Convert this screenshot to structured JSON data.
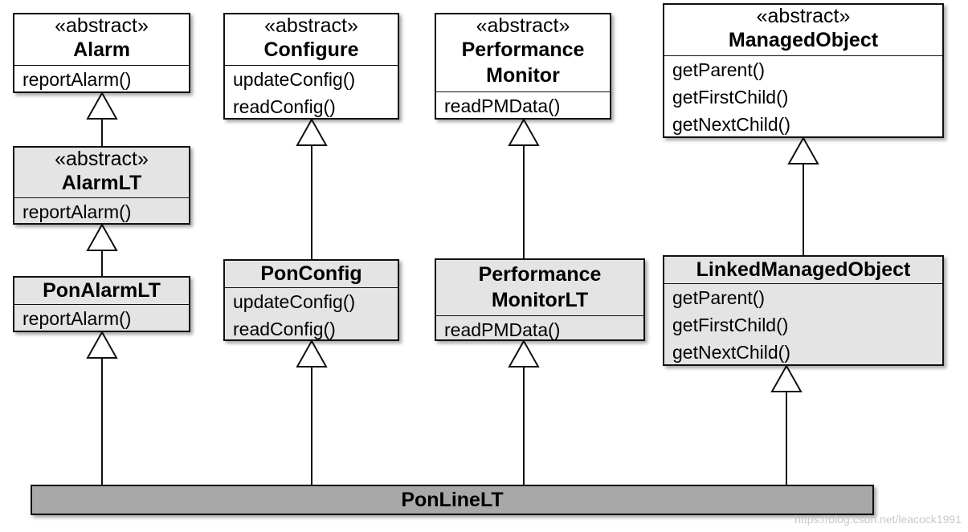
{
  "classes": {
    "alarm": {
      "stereotype": "«abstract»",
      "name": "Alarm",
      "ops": [
        "reportAlarm()"
      ]
    },
    "configure": {
      "stereotype": "«abstract»",
      "name": "Configure",
      "ops": [
        "updateConfig()",
        "readConfig()"
      ]
    },
    "performance_monitor": {
      "stereotype": "«abstract»",
      "name_line1": "Performance",
      "name_line2": "Monitor",
      "ops": [
        "readPMData()"
      ]
    },
    "managed_object": {
      "stereotype": "«abstract»",
      "name": "ManagedObject",
      "ops": [
        "getParent()",
        "getFirstChild()",
        "getNextChild()"
      ]
    },
    "alarm_lt": {
      "stereotype": "«abstract»",
      "name": "AlarmLT",
      "ops": [
        "reportAlarm()"
      ]
    },
    "pon_alarm_lt": {
      "name": "PonAlarmLT",
      "ops": [
        "reportAlarm()"
      ]
    },
    "pon_config": {
      "name": "PonConfig",
      "ops": [
        "updateConfig()",
        "readConfig()"
      ]
    },
    "performance_monitor_lt": {
      "name_line1": "Performance",
      "name_line2": "MonitorLT",
      "ops": [
        "readPMData()"
      ]
    },
    "linked_managed_object": {
      "name": "LinkedManagedObject",
      "ops": [
        "getParent()",
        "getFirstChild()",
        "getNextChild()"
      ]
    },
    "pon_line_lt": {
      "name": "PonLineLT"
    }
  },
  "watermark": "https://blog.csdn.net/leacock1991"
}
